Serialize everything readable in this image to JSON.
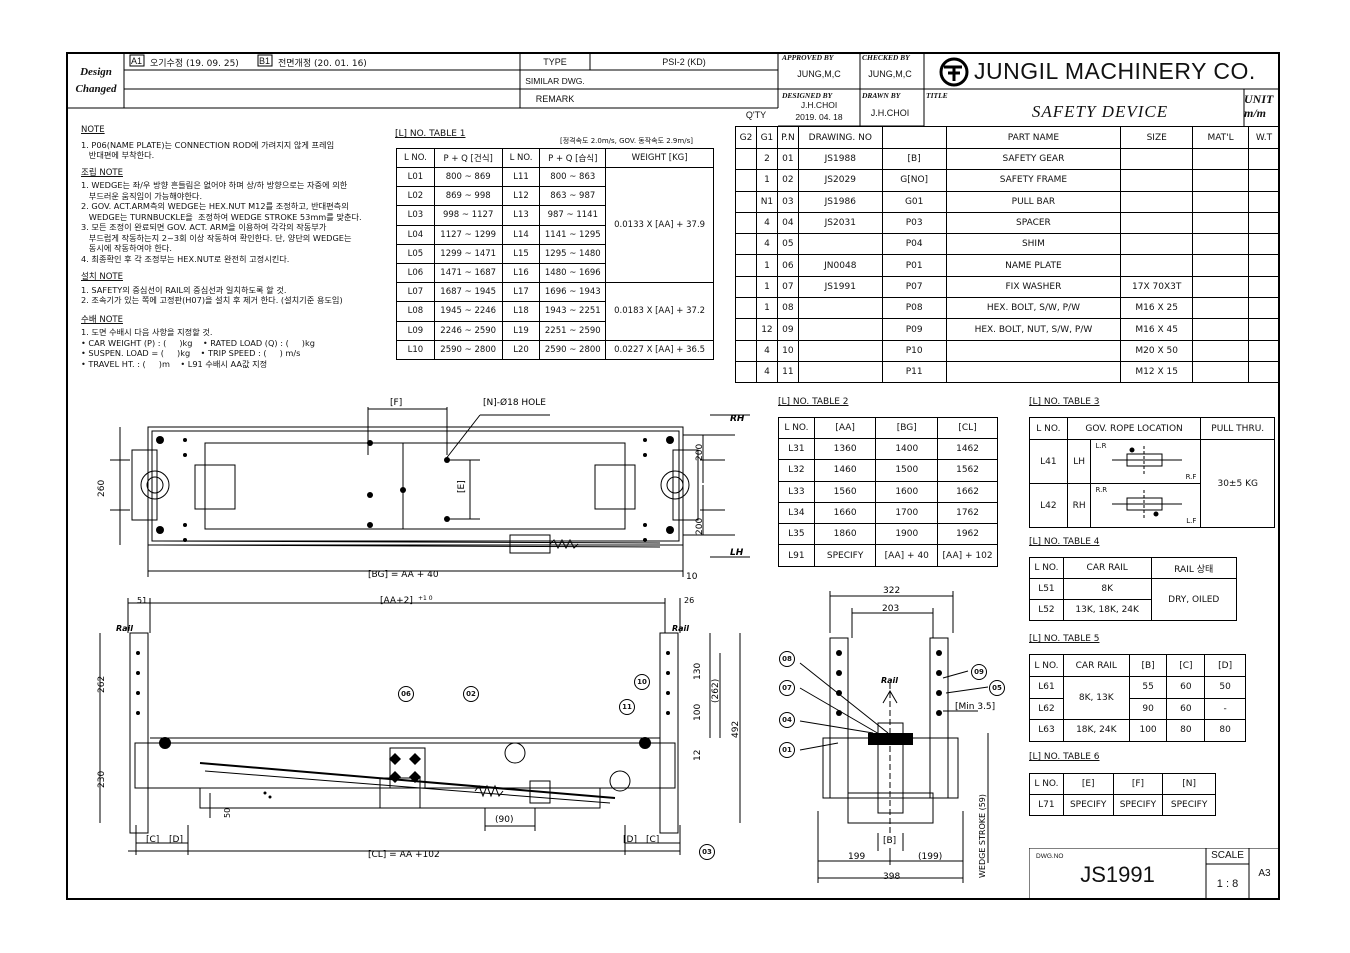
{
  "design_changed": {
    "label1": "Design",
    "label2": "Changed",
    "rev_a_tag": "A1",
    "rev_a": "오기수정 (19. 09. 25)",
    "rev_b_tag": "B1",
    "rev_b": "전면개정 (20. 01. 16)"
  },
  "type_block": {
    "type_label": "TYPE",
    "type_value": "PSI-2 (KD)",
    "similar_label": "SIMILAR DWG.",
    "remark_label": "REMARK"
  },
  "approvals": {
    "approved_label": "APPROVED BY",
    "approved_name": "JUNG,M,C",
    "checked_label": "CHECKED BY",
    "checked_name": "JUNG,M,C",
    "designed_label": "DESIGNED BY",
    "designed_name": "J.H.CHOI",
    "designed_date": "2019. 04. 18",
    "drawn_label": "DRAWN BY",
    "drawn_name": "J.H.CHOI",
    "title_label": "TITLE"
  },
  "company": {
    "name": "JUNGIL MACHINERY CO.",
    "title": "SAFETY DEVICE",
    "unit_label": "UNIT",
    "unit_value": "m/m"
  },
  "bom": {
    "qty_label": "Q'TY",
    "headers": [
      "G2",
      "G1",
      "P.N",
      "DRAWING. NO",
      "",
      "PART NAME",
      "SIZE",
      "MAT'L",
      "W.T"
    ],
    "rows": [
      [
        "",
        "2",
        "01",
        "JS1988",
        "[B]",
        "SAFETY GEAR",
        "",
        "",
        ""
      ],
      [
        "",
        "1",
        "02",
        "JS2029",
        "G[NO]",
        "SAFETY FRAME",
        "",
        "",
        ""
      ],
      [
        "",
        "N1",
        "03",
        "JS1986",
        "G01",
        "PULL BAR",
        "",
        "",
        ""
      ],
      [
        "",
        "4",
        "04",
        "JS2031",
        "P03",
        "SPACER",
        "",
        "",
        ""
      ],
      [
        "",
        "4",
        "05",
        "",
        "P04",
        "SHIM",
        "",
        "",
        ""
      ],
      [
        "",
        "1",
        "06",
        "JN0048",
        "P01",
        "NAME PLATE",
        "",
        "",
        ""
      ],
      [
        "",
        "1",
        "07",
        "JS1991",
        "P07",
        "FIX WASHER",
        "17X  70X3T",
        "",
        ""
      ],
      [
        "",
        "1",
        "08",
        "",
        "P08",
        "HEX. BOLT, S/W, P/W",
        "M16 X 25",
        "",
        ""
      ],
      [
        "",
        "12",
        "09",
        "",
        "P09",
        "HEX. BOLT, NUT, S/W, P/W",
        "M16 X 45",
        "",
        ""
      ],
      [
        "",
        "4",
        "10",
        "",
        "P10",
        "",
        "M20 X 50",
        "",
        ""
      ],
      [
        "",
        "4",
        "11",
        "",
        "P11",
        "",
        "M12 X 15",
        "",
        ""
      ]
    ]
  },
  "notes": {
    "note_title": "NOTE",
    "note_lines": [
      "1. P06(NAME PLATE)는 CONNECTION ROD에 가려지지 않게 프레임",
      "   반대편에 부착한다."
    ],
    "assy_title": "조립 NOTE",
    "assy_lines": [
      "1. WEDGE는 좌/우 방향 흔들림은 없어야 하며 상/하 방향으로는 자중에 의한",
      "   부드러운 움직임이 가능해야한다.",
      "2. GOV. ACT.ARM측의 WEDGE는 HEX.NUT M12를 조정하고, 반대편측의",
      "   WEDGE는 TURNBUCKLE을  조정하여 WEDGE STROKE 53mm를 맞춘다.",
      "3. 모든 조정이 완료되면 GOV. ACT. ARM을 이용하여 각각의 작동부가",
      "   부드럽게 작동하는지 2~3회 이상 작동하여 확인한다. 단, 양단의 WEDGE는",
      "   동시에 작동하여야 한다.",
      "4. 최종확인 후 각 조정부는 HEX.NUT로 완전히 고정시킨다."
    ],
    "install_title": "설치 NOTE",
    "install_lines": [
      "1. SAFETY의 중심선이 RAIL의 중심선과 일치하도록 할 것.",
      "2. 조속기가 있는 쪽에 고정판(H07)을 설치 후 제거 한다. (설치기준 용도임)"
    ],
    "order_title": "수배 NOTE",
    "order_lines": [
      "1. 도면 수배시 다음 사항을 지정할 것.",
      "• CAR WEIGHT (P) : (     )kg    • RATED LOAD (Q) : (     )kg",
      "• SUSPEN. LOAD = (     )kg    • TRIP SPEED : (     ) m/s",
      "• TRAVEL HT. : (     )m    • L91 수배시 AA값 지정"
    ]
  },
  "table1": {
    "title": "[L] NO. TABLE 1",
    "subtitle": "[정격속도 2.0m/s, GOV. 동작속도 2.9m/s]",
    "headers": [
      "L NO.",
      "P + Q [건식]",
      "L NO.",
      "P + Q [습식]",
      "WEIGHT [KG]"
    ],
    "rows": [
      [
        "L01",
        "800 ~ 869",
        "L11",
        "800 ~ 863"
      ],
      [
        "L02",
        "869 ~ 998",
        "L12",
        "863 ~ 987"
      ],
      [
        "L03",
        "998 ~ 1127",
        "L13",
        "987 ~ 1141"
      ],
      [
        "L04",
        "1127 ~ 1299",
        "L14",
        "1141 ~ 1295"
      ],
      [
        "L05",
        "1299 ~ 1471",
        "L15",
        "1295 ~ 1480"
      ],
      [
        "L06",
        "1471 ~ 1687",
        "L16",
        "1480 ~ 1696"
      ],
      [
        "L07",
        "1687 ~ 1945",
        "L17",
        "1696 ~ 1943"
      ],
      [
        "L08",
        "1945 ~ 2246",
        "L18",
        "1943 ~ 2251"
      ],
      [
        "L09",
        "2246 ~ 2590",
        "L19",
        "2251 ~ 2590"
      ],
      [
        "L10",
        "2590 ~ 2800",
        "L20",
        "2590 ~ 2800"
      ]
    ],
    "weights": [
      "0.0133 X [AA] + 37.9",
      "0.0183 X [AA] + 37.2",
      "0.0227 X [AA] + 36.5"
    ]
  },
  "table2": {
    "title": "[L] NO. TABLE 2",
    "headers": [
      "L NO.",
      "[AA]",
      "[BG]",
      "[CL]"
    ],
    "rows": [
      [
        "L31",
        "1360",
        "1400",
        "1462"
      ],
      [
        "L32",
        "1460",
        "1500",
        "1562"
      ],
      [
        "L33",
        "1560",
        "1600",
        "1662"
      ],
      [
        "L34",
        "1660",
        "1700",
        "1762"
      ],
      [
        "L35",
        "1860",
        "1900",
        "1962"
      ],
      [
        "L91",
        "SPECIFY",
        "[AA] + 40",
        "[AA] + 102"
      ]
    ]
  },
  "table3": {
    "title": "[L] NO. TABLE 3",
    "headers": [
      "L NO.",
      "GOV. ROPE LOCATION",
      "PULL THRU."
    ],
    "rows": [
      {
        "l": "L41",
        "loc": "LH",
        "a": "L.R",
        "b": "R.F"
      },
      {
        "l": "L42",
        "loc": "RH",
        "a": "R.R",
        "b": "L.F"
      }
    ],
    "pull": "30±5 KG"
  },
  "table4": {
    "title": "[L] NO. TABLE 4",
    "headers": [
      "L NO.",
      "CAR RAIL",
      "RAIL 상태"
    ],
    "rows": [
      [
        "L51",
        "8K"
      ],
      [
        "L52",
        "13K, 18K, 24K"
      ]
    ],
    "state": "DRY, OILED"
  },
  "table5": {
    "title": "[L] NO. TABLE 5",
    "headers": [
      "L NO.",
      "CAR RAIL",
      "[B]",
      "[C]",
      "[D]"
    ],
    "rows": [
      [
        "L61",
        "",
        "55",
        "60",
        "50"
      ],
      [
        "L62",
        "",
        "90",
        "60",
        "-"
      ],
      [
        "L63",
        "18K, 24K",
        "100",
        "80",
        "80"
      ]
    ],
    "merged": "8K, 13K"
  },
  "table6": {
    "title": "[L] NO. TABLE 6",
    "headers": [
      "L NO.",
      "[E]",
      "[F]",
      "[N]"
    ],
    "rows": [
      [
        "L71",
        "SPECIFY",
        "SPECIFY",
        "SPECIFY"
      ]
    ]
  },
  "dwg": {
    "no_label": "DWG.NO",
    "no": "JS1991",
    "scale_label": "SCALE",
    "scale": "1 : 8",
    "size": "A3"
  },
  "drawing": {
    "top": {
      "f": "[F]",
      "hole": "[N]-Ø18 HOLE",
      "e": "[E]",
      "rh": "RH",
      "lh": "LH",
      "d200a": "200",
      "d200b": "200",
      "d260": "260",
      "bg": "[BG] = AA + 40",
      "d10": "10"
    },
    "front": {
      "d51": "51",
      "aa": "[AA+2]",
      "tol": "+1 0",
      "d26": "26",
      "rail": "Rail",
      "d262": "262",
      "d230": "230",
      "d130": "130",
      "d100": "100",
      "d12": "12",
      "d262p": "(262)",
      "d492": "492",
      "d50": "50",
      "d90": "(90)",
      "c": "[C]",
      "d": "[D]",
      "cl": "[CL] = AA +102"
    },
    "side": {
      "d322": "322",
      "d203": "203",
      "rail": "Rail",
      "min": "[Min 3.5]",
      "b": "[B]",
      "d199": "199",
      "d199p": "(199)",
      "d398": "398",
      "stroke": "WEDGE STROKE (59)"
    },
    "balloons": [
      "08",
      "07",
      "04",
      "01",
      "06",
      "02",
      "10",
      "11",
      "09",
      "05",
      "03"
    ]
  }
}
